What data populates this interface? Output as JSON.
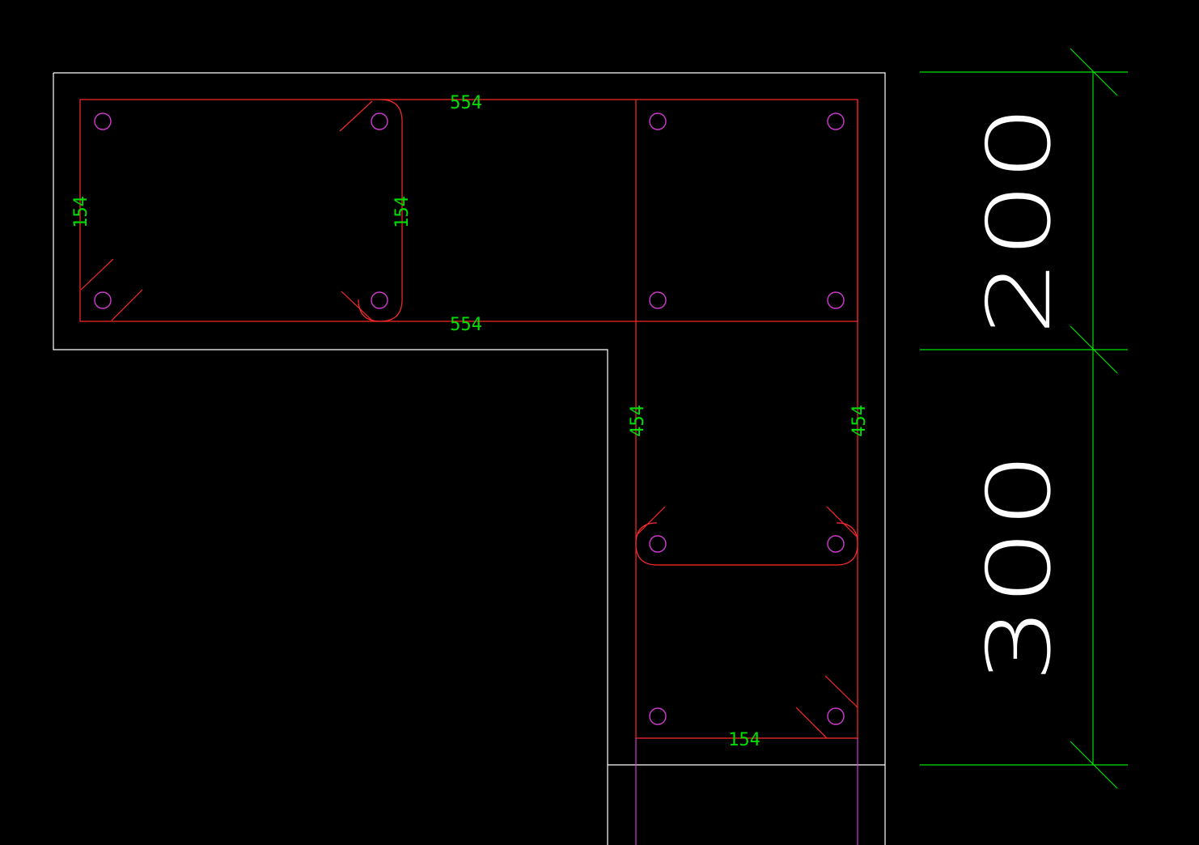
{
  "drawing": {
    "colors": {
      "outline": "#ffffff",
      "stirrup": "#ff2a2a",
      "rebar": "#d03ad0",
      "dimension": "#00e000",
      "background": "#000000"
    },
    "labels": {
      "top_stirrup_length": "554",
      "bottom_stirrup_length": "554",
      "left_tie_length": "154",
      "inner_tie_length": "154",
      "vertical_left_length": "454",
      "vertical_right_length": "454",
      "bottom_tie_length": "154"
    },
    "dimensions": {
      "upper_segment": "200",
      "lower_segment": "300"
    }
  }
}
